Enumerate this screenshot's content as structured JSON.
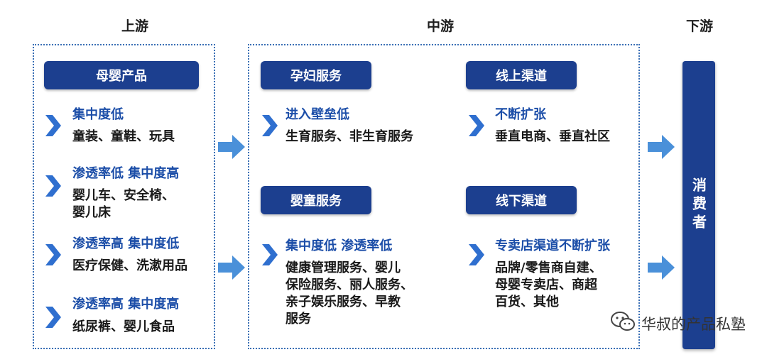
{
  "columns": {
    "upstream": "上游",
    "midstream": "中游",
    "downstream": "下游"
  },
  "upstream": {
    "header": "母婴产品",
    "items": [
      {
        "head": "集中度低",
        "body": "童装、童鞋、玩具"
      },
      {
        "head": "渗透率低 集中度高",
        "body": "婴儿车、安全椅、\n婴儿床"
      },
      {
        "head": "渗透率高 集中度低",
        "body": "医疗保健、洗漱用品"
      },
      {
        "head": "渗透率高 集中度高",
        "body": "纸尿裤、婴儿食品"
      }
    ]
  },
  "midstream": {
    "maternal": {
      "header": "孕妇服务",
      "head": "进入壁垒低",
      "body": "生育服务、非生育服务"
    },
    "infant": {
      "header": "婴童服务",
      "head": "集中度低 渗透率低",
      "body": "健康管理服务、婴儿\n保险服务、丽人服务、\n亲子娱乐服务、早教\n服务"
    },
    "online": {
      "header": "线上渠道",
      "head": "不断扩张",
      "body": "垂直电商、垂直社区"
    },
    "offline": {
      "header": "线下渠道",
      "head": "专卖店渠道不断扩张",
      "body": "品牌/零售商自建、\n母婴专卖店、商超\n百货、其他"
    }
  },
  "downstream": {
    "label": "消费者"
  },
  "watermark": {
    "text": "华叔的产品私塾",
    "icon": "wechat-icon"
  },
  "colors": {
    "pill": "#1c3f8f",
    "accent": "#1c4ea8",
    "arrow": "#4a90d9",
    "border": "#3a6fb5"
  }
}
